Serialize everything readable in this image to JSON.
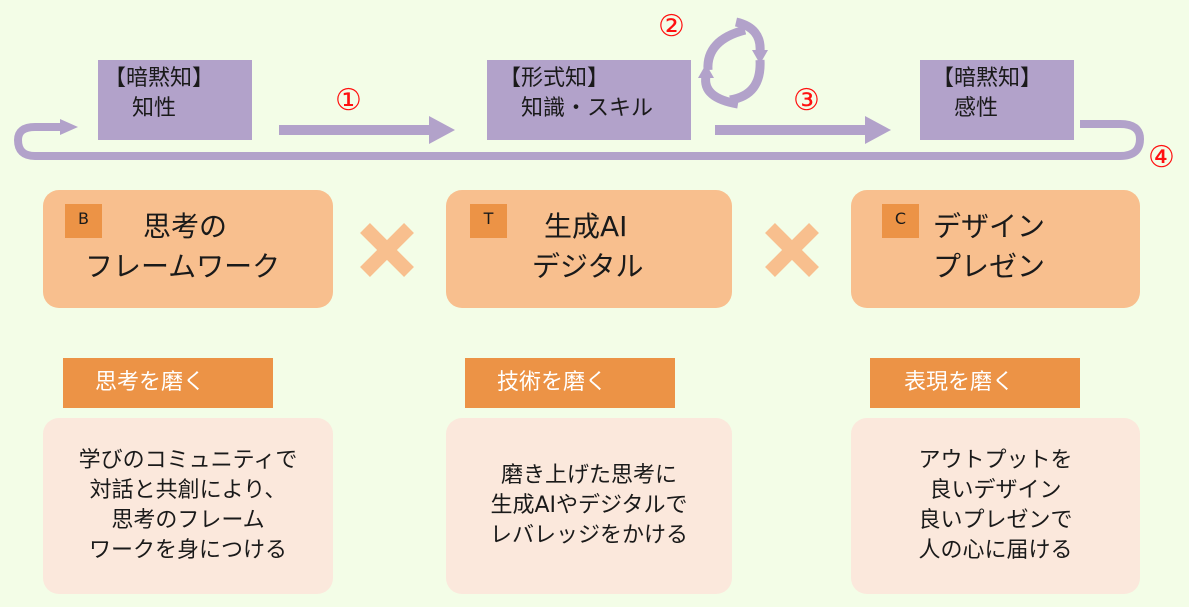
{
  "colors": {
    "background": "#f3fde7",
    "purple_box": "#b2a2ca",
    "arrow": "#b2a2ca",
    "number_red": "#ff1010",
    "card_orange": "#f8bf8e",
    "badge_orange": "#ec9346",
    "label_orange": "#ec9346",
    "desc_bg": "#fbe8dc"
  },
  "knowledge": [
    {
      "head": "【暗黙知】",
      "sub": "知性"
    },
    {
      "head": "【形式知】",
      "sub": "知識・スキル"
    },
    {
      "head": "【暗黙知】",
      "sub": "感性"
    }
  ],
  "steps": [
    "①",
    "②",
    "③",
    "④"
  ],
  "cards": [
    {
      "badge": "B",
      "line1": "思考の",
      "line2": "フレームワーク"
    },
    {
      "badge": "T",
      "line1": "生成AI",
      "line2": "デジタル"
    },
    {
      "badge": "C",
      "line1": "デザイン",
      "line2": "プレゼン"
    }
  ],
  "cross_icon": "multiply-icon",
  "labels": [
    "思考を磨く",
    "技術を磨く",
    "表現を磨く"
  ],
  "descriptions": [
    [
      "学びのコミュニティで",
      "対話と共創により、",
      "思考のフレーム",
      "ワークを身につける"
    ],
    [
      "磨き上げた思考に",
      "生成AIやデジタルで",
      "レバレッジをかける"
    ],
    [
      "アウトプットを",
      "良いデザイン",
      "良いプレゼンで",
      "人の心に届ける"
    ]
  ]
}
